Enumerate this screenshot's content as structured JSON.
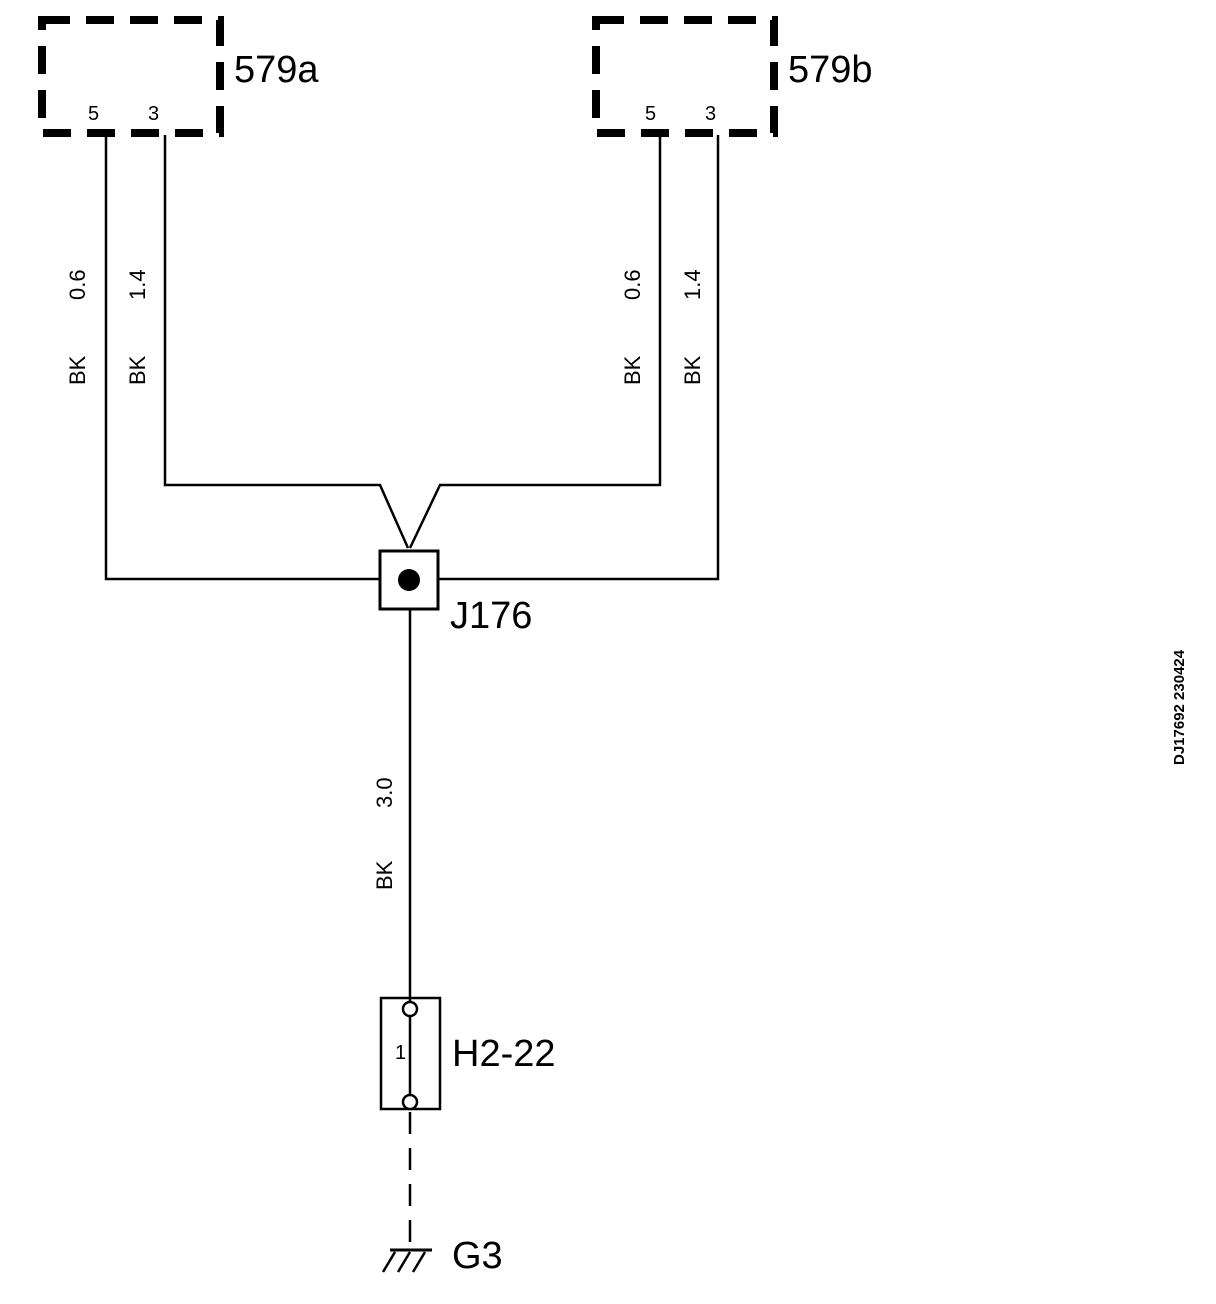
{
  "components": {
    "comp_579a": {
      "label": "579a",
      "pins": [
        "5",
        "3"
      ]
    },
    "comp_579b": {
      "label": "579b",
      "pins": [
        "5",
        "3"
      ]
    },
    "splice": {
      "label": "J176"
    },
    "connector": {
      "label": "H2-22",
      "pin": "1"
    },
    "ground": {
      "label": "G3"
    }
  },
  "wires": {
    "a_pin5": {
      "color": "BK",
      "size": "0.6"
    },
    "a_pin3": {
      "color": "BK",
      "size": "1.4"
    },
    "b_pin5": {
      "color": "BK",
      "size": "0.6"
    },
    "b_pin3": {
      "color": "BK",
      "size": "1.4"
    },
    "trunk": {
      "color": "BK",
      "size": "3.0"
    }
  },
  "drawing_code": "DJ17692 230424"
}
